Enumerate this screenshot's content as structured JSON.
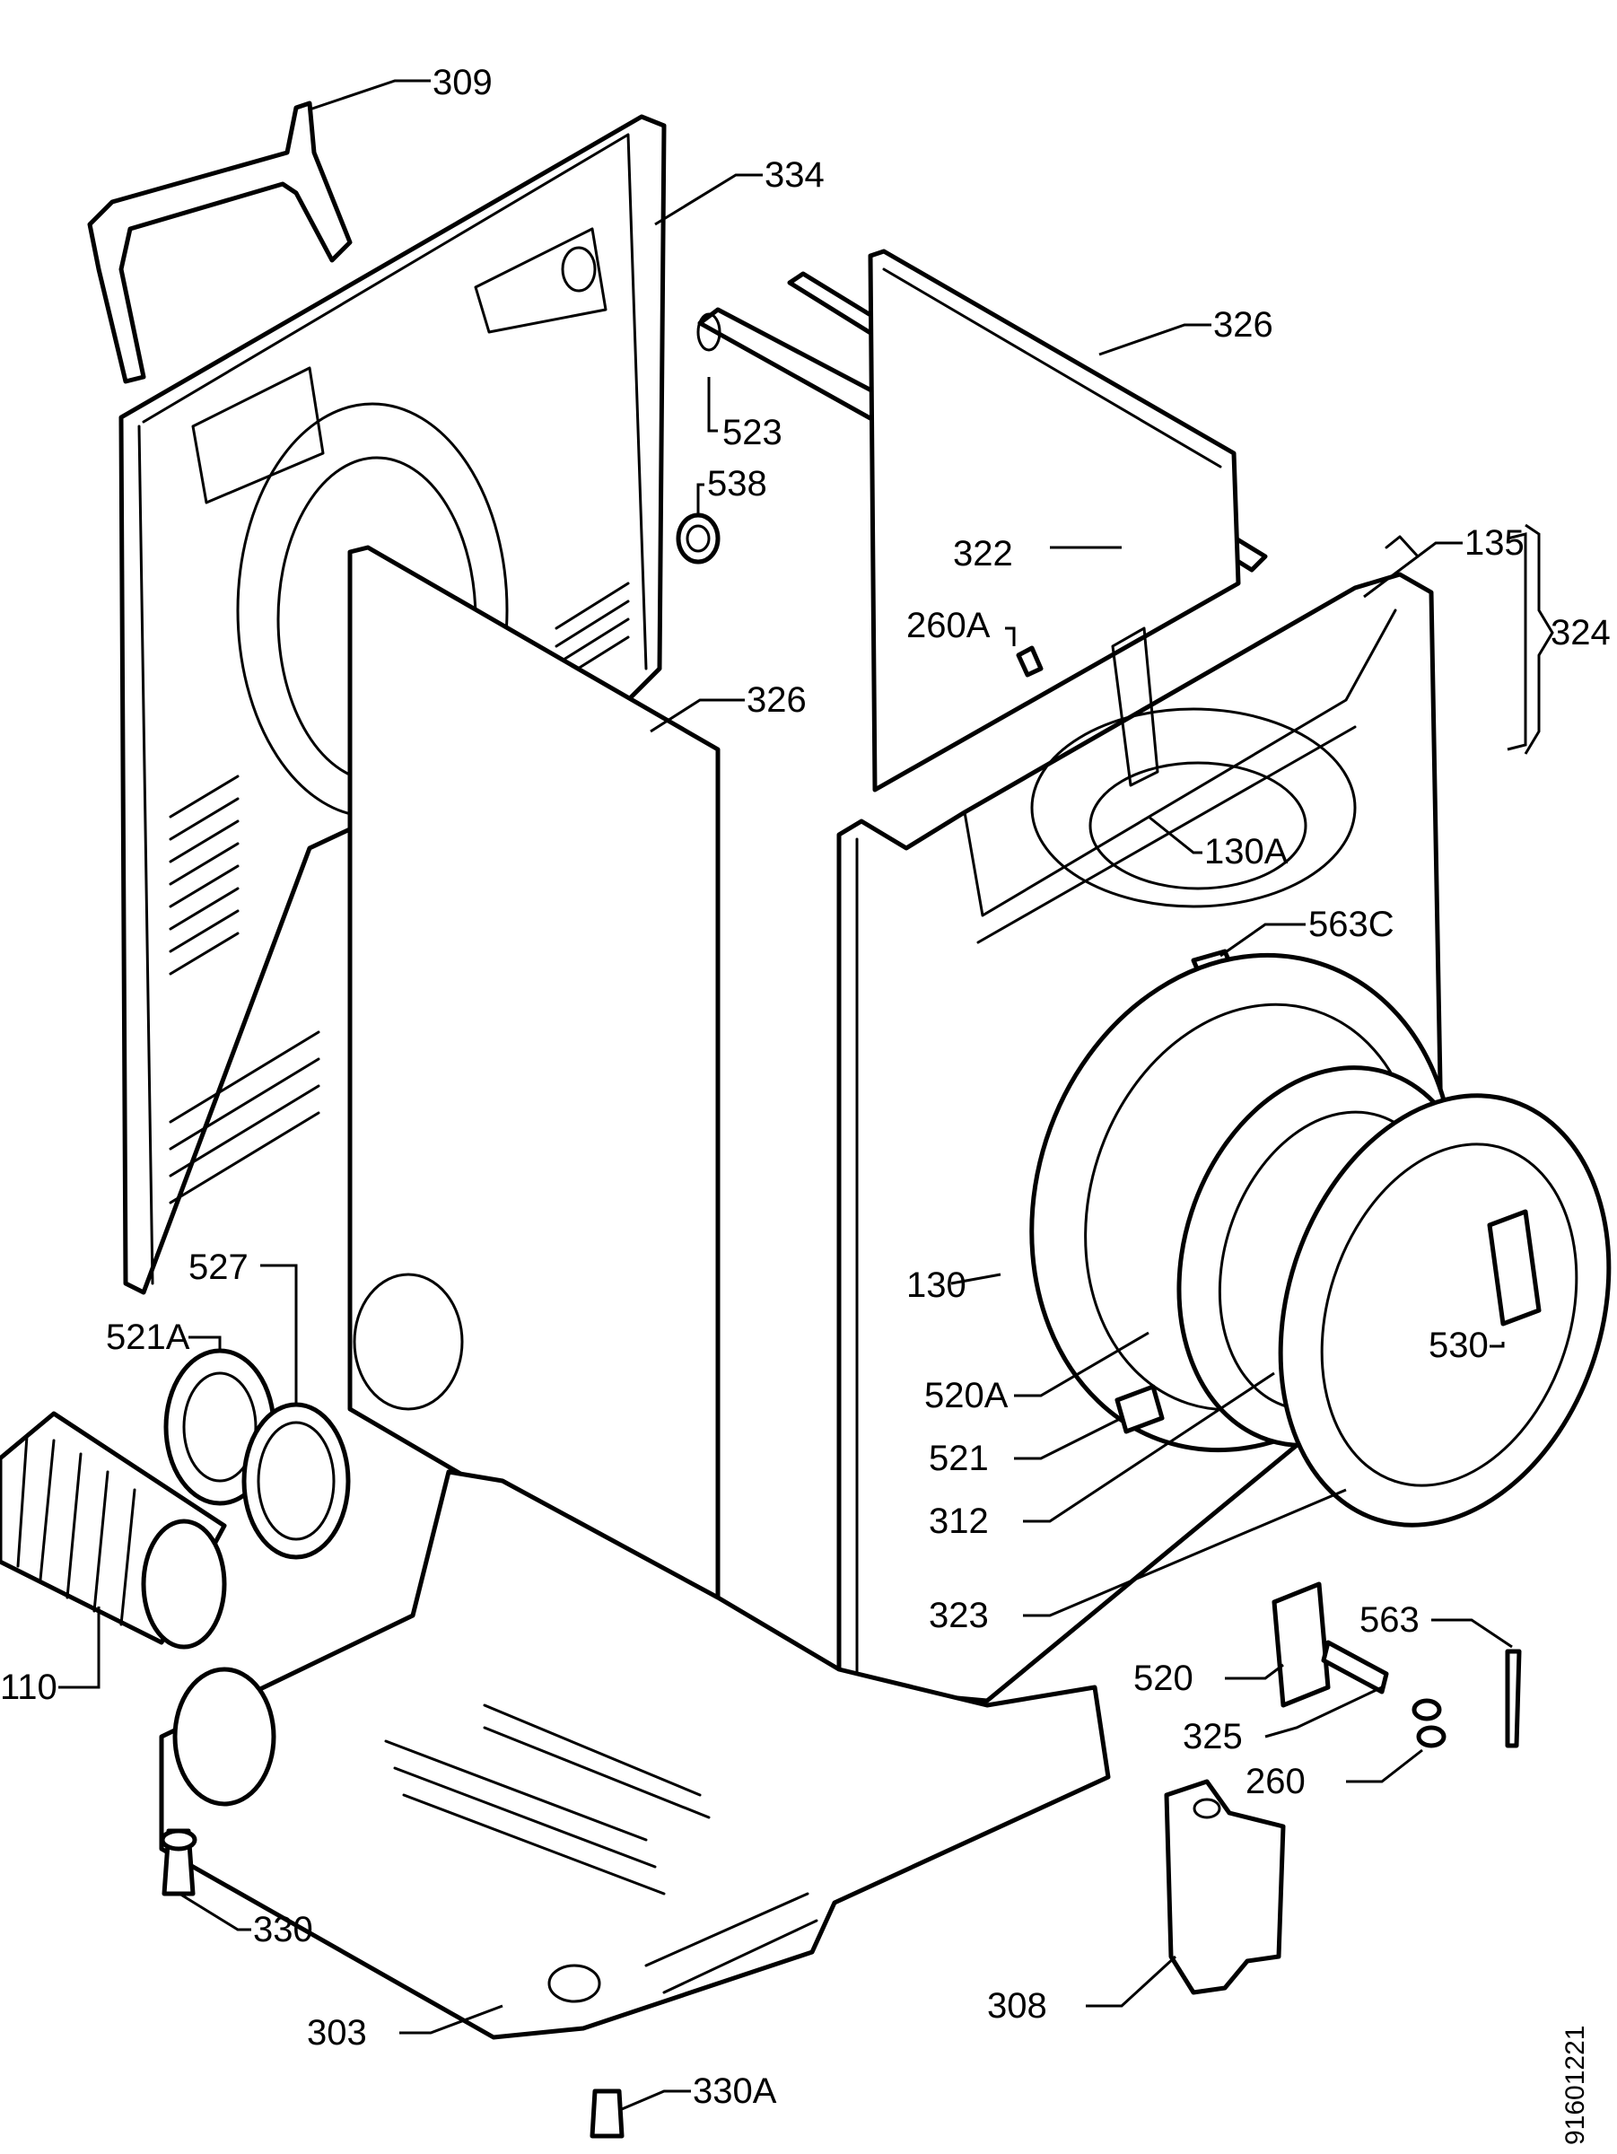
{
  "labels": [
    {
      "id": "309",
      "text": "309"
    },
    {
      "id": "334",
      "text": "334"
    },
    {
      "id": "326a",
      "text": "326"
    },
    {
      "id": "523",
      "text": "523"
    },
    {
      "id": "538",
      "text": "538"
    },
    {
      "id": "322",
      "text": "322"
    },
    {
      "id": "135",
      "text": "135"
    },
    {
      "id": "324",
      "text": "324"
    },
    {
      "id": "260A",
      "text": "260A"
    },
    {
      "id": "326b",
      "text": "326"
    },
    {
      "id": "130A",
      "text": "130A"
    },
    {
      "id": "563C",
      "text": "563C"
    },
    {
      "id": "527",
      "text": "527"
    },
    {
      "id": "521A",
      "text": "521A"
    },
    {
      "id": "130",
      "text": "130"
    },
    {
      "id": "530",
      "text": "530"
    },
    {
      "id": "520A",
      "text": "520A"
    },
    {
      "id": "521",
      "text": "521"
    },
    {
      "id": "312",
      "text": "312"
    },
    {
      "id": "323",
      "text": "323"
    },
    {
      "id": "110",
      "text": "110"
    },
    {
      "id": "563",
      "text": "563"
    },
    {
      "id": "520",
      "text": "520"
    },
    {
      "id": "325",
      "text": "325"
    },
    {
      "id": "260",
      "text": "260"
    },
    {
      "id": "330",
      "text": "330"
    },
    {
      "id": "308",
      "text": "308"
    },
    {
      "id": "303",
      "text": "303"
    },
    {
      "id": "330A",
      "text": "330A"
    }
  ],
  "document_id": "91601221"
}
